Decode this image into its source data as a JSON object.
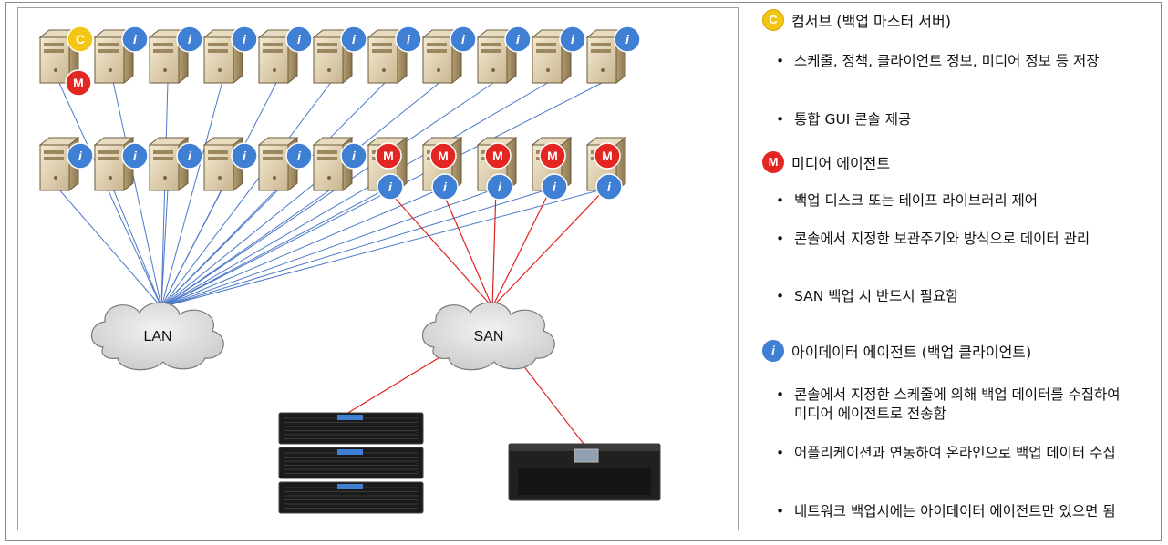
{
  "network": {
    "lan_label": "LAN",
    "san_label": "SAN",
    "master_badge": "C",
    "media_badge": "M",
    "info_badge": "i"
  },
  "legend": {
    "master": {
      "badge": "C",
      "title": "컴서브 (백업 마스터 서버)",
      "bullets": [
        "스케줄, 정책, 클라이언트 정보, 미디어 정보 등 저장",
        "통합 GUI 콘솔 제공"
      ]
    },
    "media": {
      "badge": "M",
      "title": "미디어 에이전트",
      "bullets": [
        "백업 디스크 또는 테이프 라이브러리 제어",
        "콘솔에서 지정한 보관주기와 방식으로 데이터 관리",
        "SAN 백업 시 반드시 필요함"
      ]
    },
    "idata": {
      "badge": "i",
      "title": "아이데이터 에이전트 (백업 클라이언트)",
      "bullets": [
        "콘솔에서 지정한 스케줄에 의해 백업 데이터를 수집하여 미디어 에이전트로 전송함",
        "어플리케이션과 연동하여 온라인으로 백업 데이터 수집",
        "네트워크 백업시에는 아이데이터 에이전트만 있으면 됨"
      ]
    }
  },
  "colors": {
    "lan_line": "#4a78c8",
    "san_line": "#e02020",
    "badge_c": "#f3c613",
    "badge_m": "#e32622",
    "badge_i": "#3f7fd4"
  }
}
